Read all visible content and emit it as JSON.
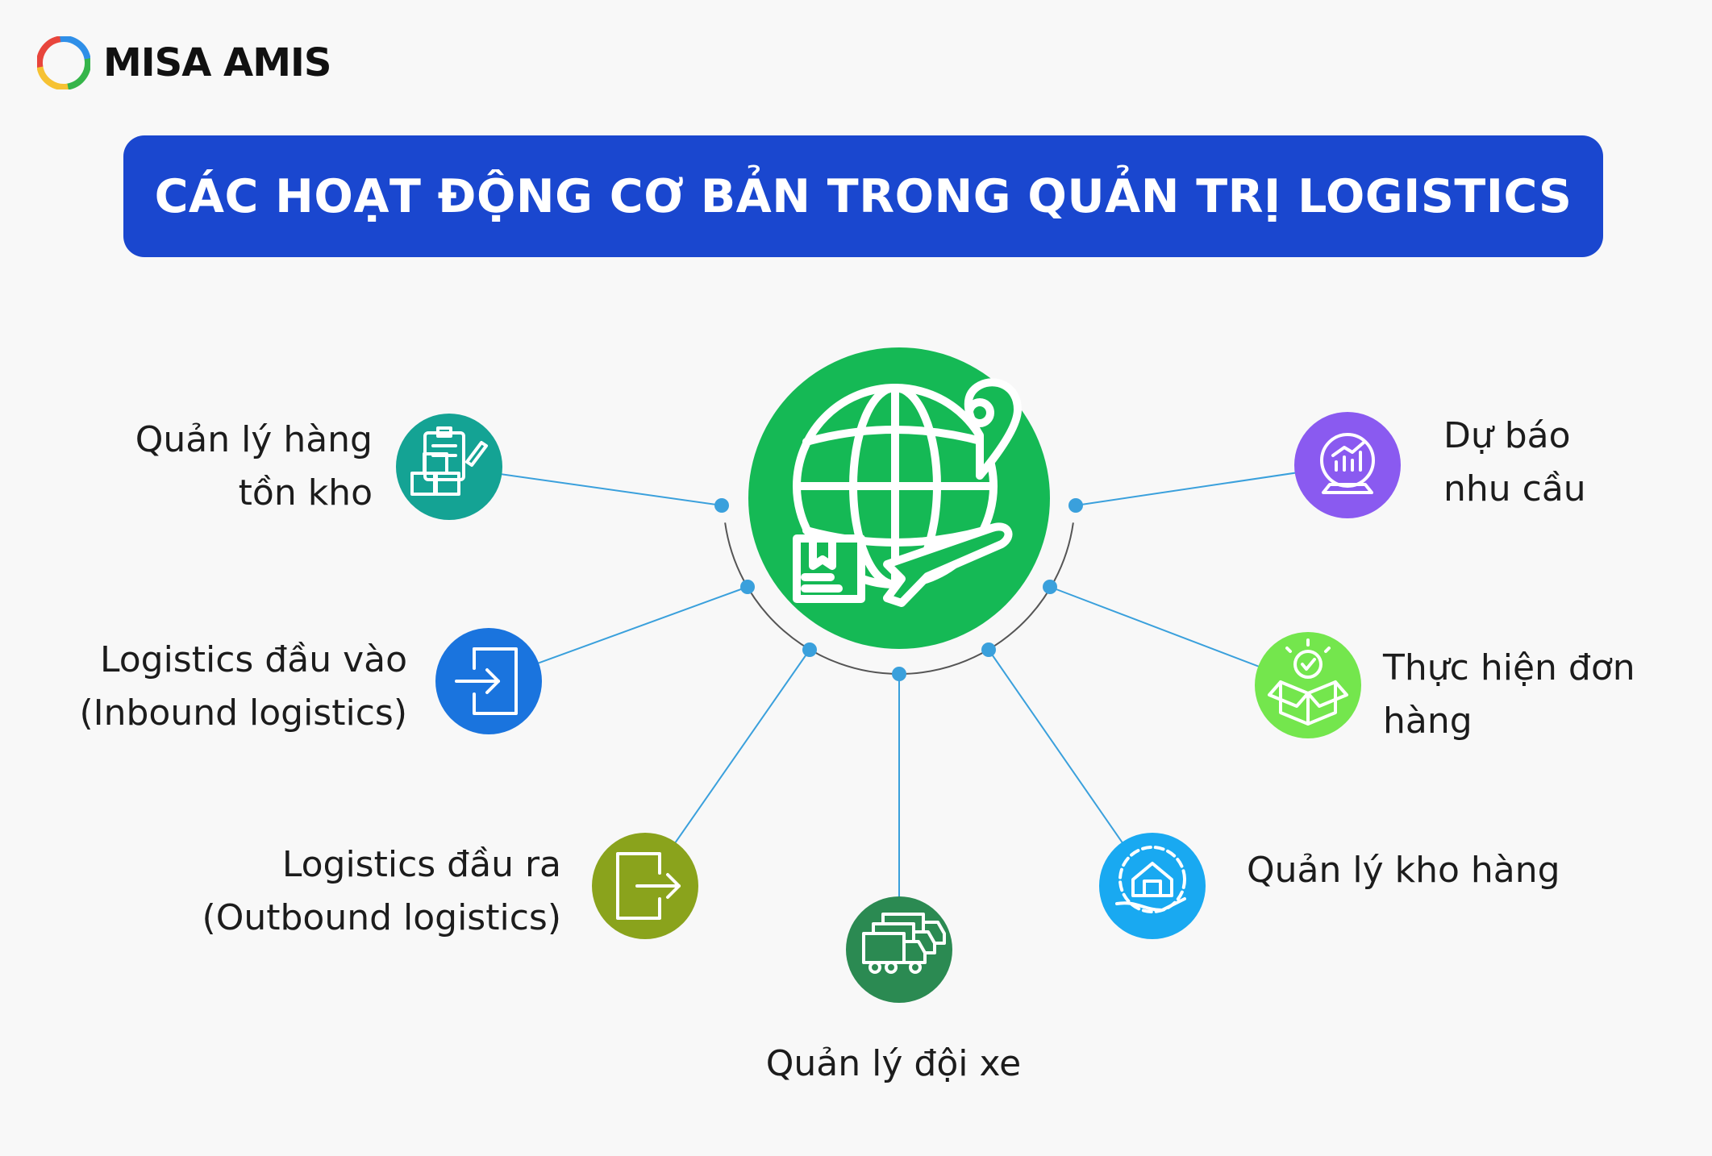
{
  "brand": {
    "name": "MISA AMIS"
  },
  "banner": {
    "title": "CÁC HOẠT ĐỘNG CƠ BẢN TRONG QUẢN TRỊ LOGISTICS",
    "color": "#1a47cf"
  },
  "center": {
    "icon": "globe-delivery-icon",
    "color": "#15b955"
  },
  "nodes": [
    {
      "id": "inventory",
      "lines": [
        "Quản lý hàng",
        "tồn kho"
      ],
      "icon": "inventory-checklist-icon",
      "color": "#14a394"
    },
    {
      "id": "inbound",
      "lines": [
        "Logistics đầu vào",
        "(Inbound logistics)"
      ],
      "icon": "sign-in-icon",
      "color": "#1a74de"
    },
    {
      "id": "outbound",
      "lines": [
        "Logistics đầu ra",
        "(Outbound logistics)"
      ],
      "icon": "sign-out-icon",
      "color": "#8aa31c"
    },
    {
      "id": "fleet",
      "lines": [
        "Quản lý đội xe"
      ],
      "icon": "trucks-icon",
      "color": "#2b8a52"
    },
    {
      "id": "warehouse",
      "lines": [
        "Quản lý kho hàng"
      ],
      "icon": "warehouse-gear-icon",
      "color": "#19a9f1"
    },
    {
      "id": "fulfillment",
      "lines": [
        "Thực hiện đơn",
        "hàng"
      ],
      "icon": "open-box-check-icon",
      "color": "#74e64d"
    },
    {
      "id": "forecast",
      "lines": [
        "Dự báo",
        "nhu cầu"
      ],
      "icon": "chart-crystal-ball-icon",
      "color": "#8a5af0"
    }
  ],
  "connector_color": "#3aa0dc",
  "arc_color": "#555555"
}
